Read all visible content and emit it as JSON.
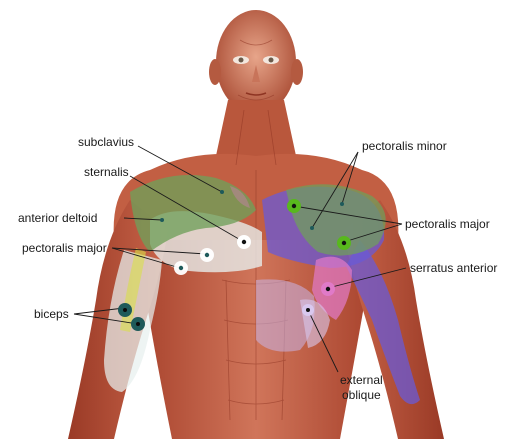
{
  "labels": {
    "subclavius": "subclavius",
    "sternalis": "sternalis",
    "anterior_deltoid": "anterior deltoid",
    "pectoralis_major_left": "pectoralis major",
    "biceps": "biceps",
    "pectoralis_minor": "pectoralis minor",
    "pectoralis_major_right": "pectoralis major",
    "serratus_anterior": "serratus anterior",
    "external_oblique_line1": "external",
    "external_oblique_line2": "oblique"
  },
  "colors": {
    "background": "#ffffff",
    "muscle_red": "#c0553c",
    "muscle_dark": "#8e3422",
    "skin_light": "#e9b89a",
    "overlay_white": "#e8f0ee",
    "overlay_green": "#6f9f5a",
    "overlay_blue_purple": "#6a5ad6",
    "overlay_pink": "#e07ac8",
    "overlay_yellow": "#d9e04a",
    "trigger_green": "#58b81d",
    "trigger_teal": "#1e5a5a",
    "trigger_white": "#ffffff"
  },
  "legend_icons": [
    "trigger-point-marker"
  ]
}
